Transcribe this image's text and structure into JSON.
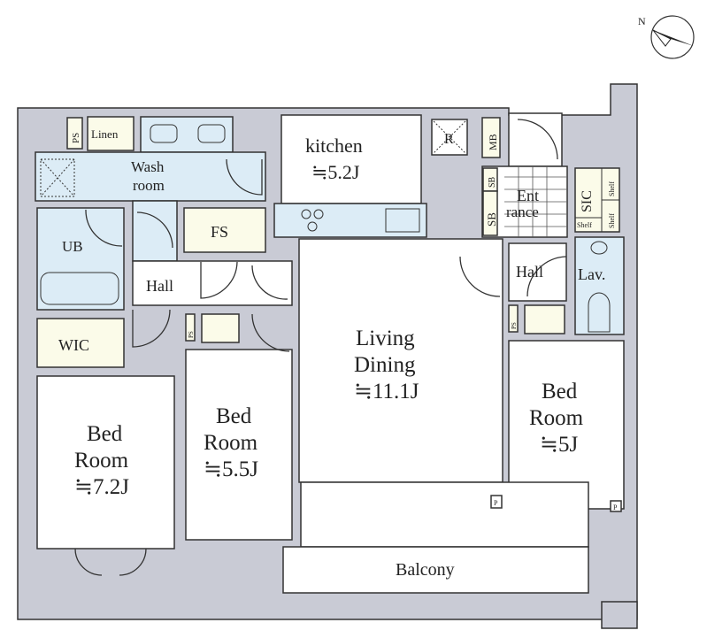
{
  "compass": {
    "label": "N"
  },
  "rooms": {
    "ps_top": "PS",
    "linen": "Linen",
    "wash_room": [
      "Wash",
      "room"
    ],
    "kitchen": [
      "kitchen",
      "≒5.2J"
    ],
    "refrigerator": "R",
    "mb": "MB",
    "sb1": "SB",
    "sb2": "SB",
    "entrance": [
      "Ent",
      "rance"
    ],
    "sic": "SIC",
    "shelf1": "Shelf",
    "shelf2": "Shelf",
    "shelf3": "Shelf",
    "ub": "UB",
    "fs": "FS",
    "hall_left": "Hall",
    "hall_right": "Hall",
    "lav": "Lav.",
    "wic": "WIC",
    "ps_mid": "PS",
    "ps_right": "PS",
    "living": [
      "Living",
      "Dining",
      "≒11.1J"
    ],
    "bed_left": [
      "Bed",
      "Room",
      "≒7.2J"
    ],
    "bed_mid": [
      "Bed",
      "Room",
      "≒5.5J"
    ],
    "bed_right": [
      "Bed",
      "Room",
      "≒5J"
    ],
    "p1": "P",
    "p2": "P",
    "balcony": "Balcony"
  }
}
